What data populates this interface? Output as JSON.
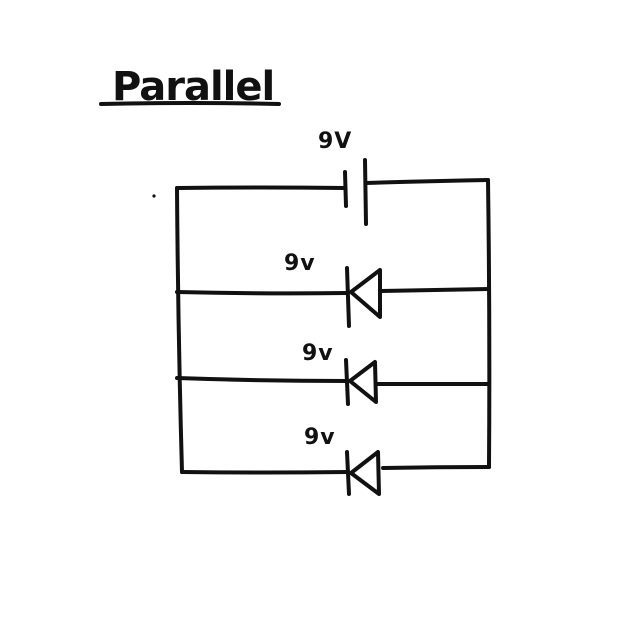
{
  "title": "Parallel",
  "battery": {
    "voltage_label": "9V"
  },
  "leds": [
    {
      "voltage_label": "9v"
    },
    {
      "voltage_label": "9v"
    },
    {
      "voltage_label": "9v"
    }
  ],
  "colors": {
    "ink": "#111111",
    "paper": "#ffffff"
  }
}
